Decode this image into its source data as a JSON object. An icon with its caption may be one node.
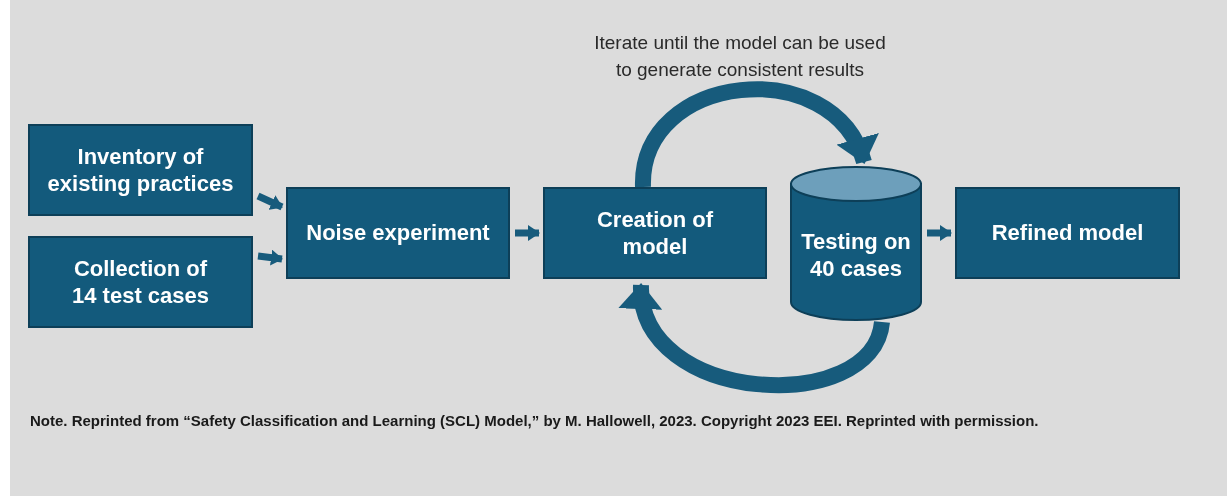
{
  "diagram": {
    "caption": "Note. Reprinted from “Safety Classification and Learning (SCL) Model,” by M. Hallowell, 2023. Copyright 2023 EEI. Reprinted with permission.",
    "nodes": [
      {
        "text": [
          "Inventory of existing practices"
        ]
      },
      {
        "text": [
          "Collection of 14 test cases"
        ]
      },
      {
        "text": [
          "Noise experiment"
        ]
      },
      {
        "text": [
          "Creation of model"
        ]
      },
      {
        "text": [
          "Testing on 40 cases"
        ]
      },
      {
        "text": [
          "Refined model"
        ]
      }
    ],
    "edges": [
      {
        "from": 0,
        "to": 2,
        "arrow": "to"
      },
      {
        "from": 1,
        "to": 2,
        "arrow": "to"
      },
      {
        "from": 2,
        "to": 3,
        "arrow": "to"
      },
      {
        "from": 3,
        "to": 4,
        "arrow": "to",
        "style": "thick"
      },
      {
        "from": 4,
        "to": 3,
        "arrow": "to",
        "style": "thick"
      },
      {
        "from": 4,
        "to": 5,
        "arrow": "to"
      }
    ],
    "labels": [
      "Iterate until the model can be used to generate consistent results"
    ]
  }
}
